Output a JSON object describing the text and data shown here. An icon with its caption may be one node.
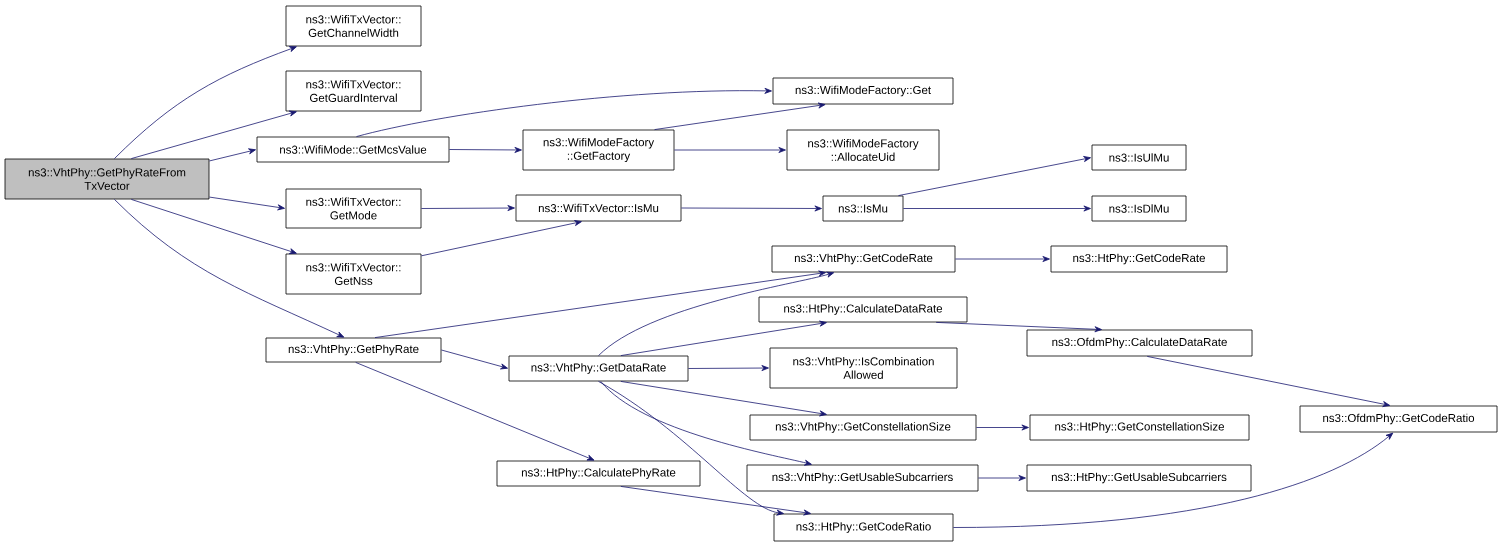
{
  "diagram": {
    "nodes": [
      {
        "text": [
          "ns3::VhtPhy::GetPhyRateFrom TxVector"
        ]
      },
      {
        "text": [
          "ns3::WifiTxVector:: GetChannelWidth"
        ]
      },
      {
        "text": [
          "ns3::WifiTxVector:: GetGuardInterval"
        ]
      },
      {
        "text": [
          "ns3::WifiMode::GetMcsValue"
        ]
      },
      {
        "text": [
          "ns3::WifiTxVector:: GetMode"
        ]
      },
      {
        "text": [
          "ns3::WifiTxVector:: GetNss"
        ]
      },
      {
        "text": [
          "ns3::VhtPhy::GetPhyRate"
        ]
      },
      {
        "text": [
          "ns3::WifiModeFactory::Get"
        ]
      },
      {
        "text": [
          "ns3::WifiModeFactory ::GetFactory"
        ]
      },
      {
        "text": [
          "ns3::WifiModeFactory ::AllocateUid"
        ]
      },
      {
        "text": [
          "ns3::WifiTxVector::IsMu"
        ]
      },
      {
        "text": [
          "ns3::IsMu"
        ]
      },
      {
        "text": [
          "ns3::IsUlMu"
        ]
      },
      {
        "text": [
          "ns3::IsDlMu"
        ]
      },
      {
        "text": [
          "ns3::VhtPhy::GetCodeRate"
        ]
      },
      {
        "text": [
          "ns3::HtPhy::GetCodeRate"
        ]
      },
      {
        "text": [
          "ns3::VhtPhy::GetDataRate"
        ]
      },
      {
        "text": [
          "ns3::HtPhy::CalculateDataRate"
        ]
      },
      {
        "text": [
          "ns3::OfdmPhy::CalculateDataRate"
        ]
      },
      {
        "text": [
          "ns3::VhtPhy::IsCombination Allowed"
        ]
      },
      {
        "text": [
          "ns3::VhtPhy::GetConstellationSize"
        ]
      },
      {
        "text": [
          "ns3::HtPhy::GetConstellationSize"
        ]
      },
      {
        "text": [
          "ns3::OfdmPhy::GetCodeRatio"
        ]
      },
      {
        "text": [
          "ns3::VhtPhy::GetUsableSubcarriers"
        ]
      },
      {
        "text": [
          "ns3::HtPhy::GetUsableSubcarriers"
        ]
      },
      {
        "text": [
          "ns3::HtPhy::CalculatePhyRate"
        ]
      },
      {
        "text": [
          "ns3::HtPhy::GetCodeRatio"
        ]
      }
    ],
    "edges": [
      {
        "from": 0,
        "to": 1,
        "arrow": "to"
      },
      {
        "from": 0,
        "to": 2,
        "arrow": "to"
      },
      {
        "from": 0,
        "to": 3,
        "arrow": "to"
      },
      {
        "from": 0,
        "to": 4,
        "arrow": "to"
      },
      {
        "from": 0,
        "to": 5,
        "arrow": "to"
      },
      {
        "from": 0,
        "to": 6,
        "arrow": "to"
      },
      {
        "from": 3,
        "to": 7,
        "arrow": "to"
      },
      {
        "from": 3,
        "to": 8,
        "arrow": "to"
      },
      {
        "from": 8,
        "to": 7,
        "arrow": "to"
      },
      {
        "from": 8,
        "to": 9,
        "arrow": "to"
      },
      {
        "from": 4,
        "to": 10,
        "arrow": "to"
      },
      {
        "from": 5,
        "to": 10,
        "arrow": "to"
      },
      {
        "from": 10,
        "to": 11,
        "arrow": "to"
      },
      {
        "from": 11,
        "to": 12,
        "arrow": "to"
      },
      {
        "from": 11,
        "to": 13,
        "arrow": "to"
      },
      {
        "from": 6,
        "to": 14,
        "arrow": "to"
      },
      {
        "from": 6,
        "to": 16,
        "arrow": "to"
      },
      {
        "from": 6,
        "to": 25,
        "arrow": "to"
      },
      {
        "from": 14,
        "to": 15,
        "arrow": "to"
      },
      {
        "from": 16,
        "to": 14,
        "arrow": "to"
      },
      {
        "from": 16,
        "to": 17,
        "arrow": "to"
      },
      {
        "from": 16,
        "to": 19,
        "arrow": "to"
      },
      {
        "from": 16,
        "to": 20,
        "arrow": "to"
      },
      {
        "from": 16,
        "to": 23,
        "arrow": "to"
      },
      {
        "from": 16,
        "to": 26,
        "arrow": "to"
      },
      {
        "from": 17,
        "to": 18,
        "arrow": "to"
      },
      {
        "from": 18,
        "to": 22,
        "arrow": "to"
      },
      {
        "from": 20,
        "to": 21,
        "arrow": "to"
      },
      {
        "from": 23,
        "to": 24,
        "arrow": "to"
      },
      {
        "from": 25,
        "to": 26,
        "arrow": "to"
      },
      {
        "from": 26,
        "to": 22,
        "arrow": "to"
      }
    ]
  }
}
